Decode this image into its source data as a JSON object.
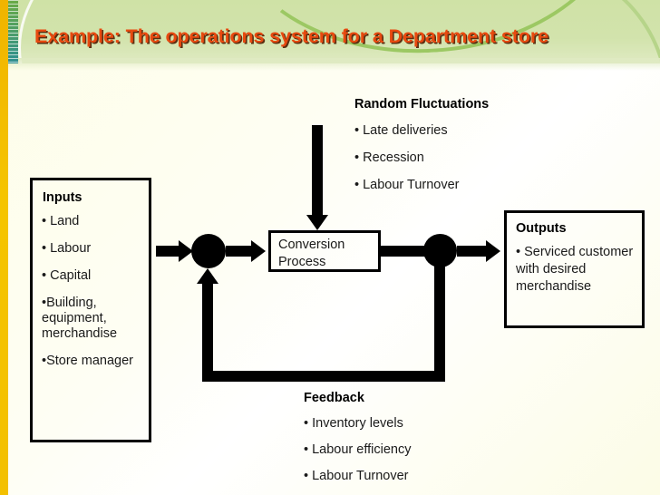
{
  "slide": {
    "title": "Example: The operations system for a Department store",
    "title_color": "#e8490f",
    "header_color": "#d2e3ac",
    "accent_rail_color": "#f3c000",
    "background_color": "#fefeef"
  },
  "diagram": {
    "inputs": {
      "heading": "Inputs",
      "items": [
        "• Land",
        "• Labour",
        "• Capital",
        "•Building, equipment, merchandise",
        "•Store manager"
      ]
    },
    "conversion": {
      "line1": "Conversion",
      "line2": "Process"
    },
    "outputs": {
      "heading": "Outputs",
      "items": [
        "•  Serviced customer with desired merchandise"
      ]
    },
    "random_fluctuations": {
      "heading": "Random Fluctuations",
      "items": [
        "• Late deliveries",
        "• Recession",
        "• Labour Turnover"
      ]
    },
    "feedback": {
      "heading": "Feedback",
      "items": [
        "• Inventory levels",
        "• Labour efficiency",
        "• Labour Turnover"
      ]
    }
  }
}
